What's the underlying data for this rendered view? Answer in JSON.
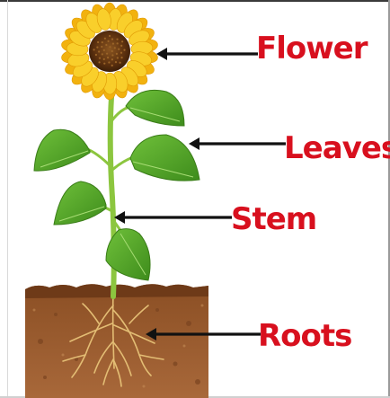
{
  "labels": {
    "flower": "Flower",
    "leaves": "Leaves",
    "stem": "Stem",
    "roots": "Roots"
  },
  "colors": {
    "label_text": "#d8101e",
    "arrow": "#111111",
    "petal": "#f6c21a",
    "flower_center": "#6b3b12",
    "stem": "#8cc63f",
    "leaf": "#5aae2e",
    "leaf_dark": "#3f8a1f",
    "soil": "#9a5b2c",
    "soil_top": "#7a4420",
    "root": "#e8c27a"
  }
}
